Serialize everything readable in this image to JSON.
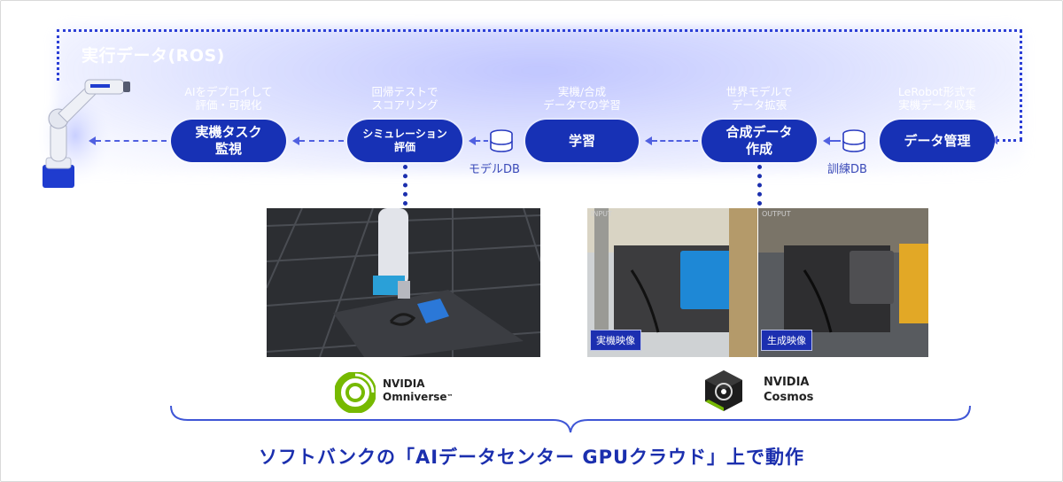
{
  "loop": {
    "title": "実行データ(ROS)"
  },
  "nodes": [
    {
      "id": "deploy",
      "label": "実機タスク\n監視",
      "caption": "AIをデプロイして\n評価・可視化"
    },
    {
      "id": "sim",
      "label": "シミュレーション\n評価",
      "caption": "回帰テストで\nスコアリング"
    },
    {
      "id": "learn",
      "label": "学習",
      "caption": "実機/合成\nデータでの学習"
    },
    {
      "id": "synth",
      "label": "合成データ\n作成",
      "caption": "世界モデルで\nデータ拡張"
    },
    {
      "id": "manage",
      "label": "データ管理",
      "caption": "LeRobot形式で\n実機データ収集"
    }
  ],
  "databases": {
    "model_db": "モデルDB",
    "train_db": "訓練DB"
  },
  "panels": {
    "cosmos_input_label": "INPUT",
    "cosmos_output_label": "OUTPUT",
    "real_video_tag": "実機映像",
    "generated_video_tag": "生成映像"
  },
  "brands": {
    "omniverse_line1": "NVIDIA",
    "omniverse_line2": "Omniverse",
    "omniverse_tm": "™",
    "cosmos_line1": "NVIDIA",
    "cosmos_line2": "Cosmos"
  },
  "footer": "ソフトバンクの「AIデータセンター GPUクラウド」上で動作",
  "colors": {
    "accent": "#1731b5",
    "glow": "#8c96ff",
    "omniverse_green": "#76b900"
  }
}
